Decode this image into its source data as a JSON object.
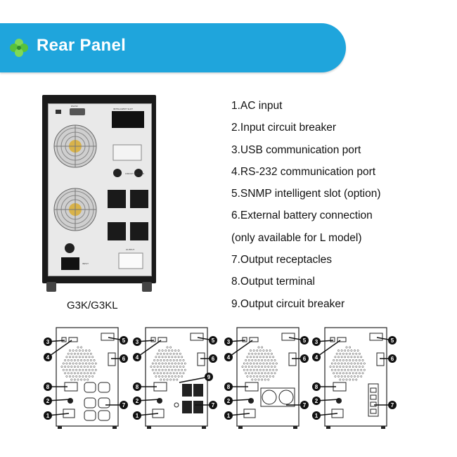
{
  "header": {
    "title": "Rear Panel",
    "icon": "clover-icon",
    "color": "#1fa5dc"
  },
  "product": {
    "model_label": "G3K/G3KL",
    "panel_texts": {
      "rs232": "RS232",
      "snmp": "INTELLIGENT SLOT",
      "circuit_breaker": "CIRCUIT BREAKER",
      "output": "OUTPUT",
      "input": "INPUT"
    }
  },
  "features": [
    "1.AC input",
    "2.Input circuit breaker",
    "3.USB communication port",
    "4.RS-232 communication port",
    "5.SNMP intelligent slot (option)",
    "6.External battery connection",
    "(only available for L model)",
    "7.Output receptacles",
    "8.Output terminal",
    "9.Output circuit breaker"
  ],
  "diagrams": [
    {
      "variant": "universal-outlets",
      "callouts": [
        "3",
        "4",
        "5",
        "6",
        "8",
        "2",
        "7",
        "1"
      ]
    },
    {
      "variant": "iec-outlets",
      "callouts": [
        "3",
        "4",
        "5",
        "6",
        "9",
        "8",
        "2",
        "7",
        "1"
      ]
    },
    {
      "variant": "schuko-outlets",
      "callouts": [
        "3",
        "4",
        "5",
        "6",
        "8",
        "2",
        "7",
        "1"
      ]
    },
    {
      "variant": "terminal-blocks",
      "callouts": [
        "3",
        "4",
        "5",
        "6",
        "8",
        "2",
        "7",
        "1"
      ]
    }
  ]
}
